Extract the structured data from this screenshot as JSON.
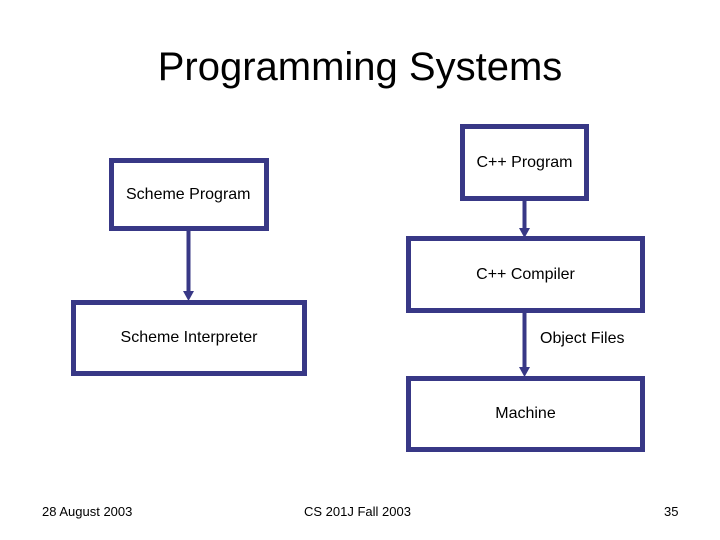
{
  "slide": {
    "title": "Programming Systems",
    "accent_color": "#383886",
    "text_color": "#000000",
    "background_color": "#ffffff"
  },
  "diagram": {
    "nodes": [
      {
        "id": "scheme-program",
        "label": "Scheme Program",
        "boxed": true,
        "align": "left"
      },
      {
        "id": "cpp-program",
        "label": "C++ Program",
        "boxed": true,
        "align": "center"
      },
      {
        "id": "cpp-compiler",
        "label": "C++ Compiler",
        "boxed": true,
        "align": "center"
      },
      {
        "id": "scheme-interpreter",
        "label": "Scheme Interpreter",
        "boxed": true,
        "align": "center"
      },
      {
        "id": "object-files",
        "label": "Object Files",
        "boxed": false,
        "align": "left"
      },
      {
        "id": "machine",
        "label": "Machine",
        "boxed": true,
        "align": "center"
      }
    ],
    "edges": [
      {
        "id": "scheme-program-to-interpreter",
        "from": "scheme-program",
        "to": "scheme-interpreter",
        "label": ""
      },
      {
        "id": "cpp-program-to-compiler",
        "from": "cpp-program",
        "to": "cpp-compiler",
        "label": ""
      },
      {
        "id": "cpp-compiler-to-machine",
        "from": "cpp-compiler",
        "to": "machine",
        "label": "Object Files"
      }
    ]
  },
  "footer": {
    "date": "28 August 2003",
    "course": "CS 201J Fall 2003",
    "page_number": "35"
  }
}
